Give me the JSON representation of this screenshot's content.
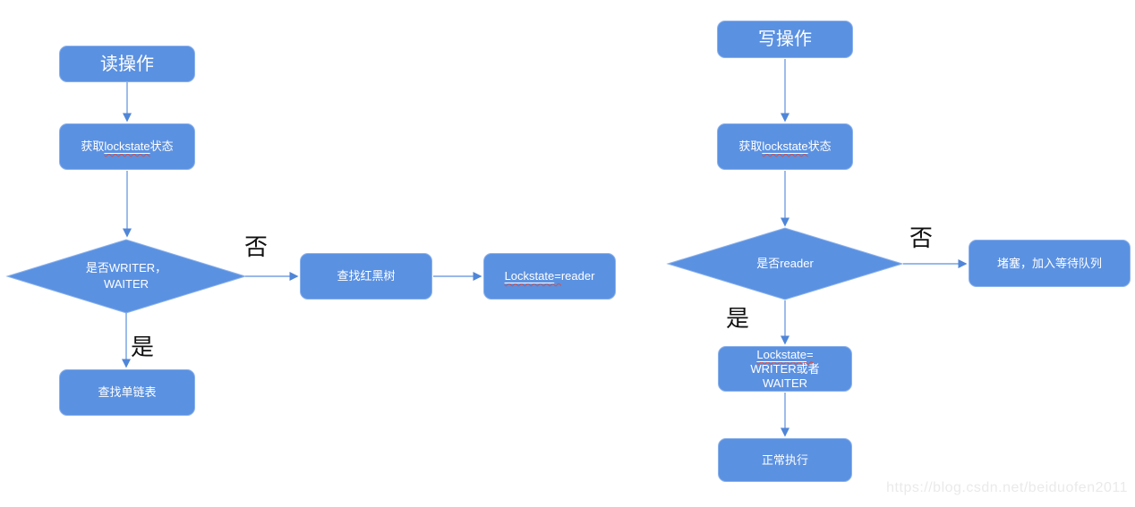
{
  "watermark": "https://blog.csdn.net/beiduofen2011",
  "colors": {
    "node_fill": "#5B91E1",
    "node_border": "#8AB1EC",
    "arrow": "#5B8FDD",
    "arrowhead": "#4F86D8",
    "spellcheck_underline": "#E04B3A",
    "edge_label_text": "#111111",
    "node_text": "#FFFFFF",
    "watermark_text": "#EAEAEA"
  },
  "left_flow": {
    "start_label": "读操作",
    "get_state": {
      "prefix": "获取",
      "word": "lockstate",
      "suffix": "状态"
    },
    "decision": {
      "line1": "是否WRITER，",
      "line2": "WAITER"
    },
    "no_label": "否",
    "yes_label": "是",
    "rbtree_label": "查找红黑树",
    "set_reader": {
      "word": "Lockstate",
      "eq": "=",
      "rest": "reader"
    },
    "linkedlist_label": "查找单链表"
  },
  "right_flow": {
    "start_label": "写操作",
    "get_state": {
      "prefix": "获取",
      "word": "lockstate",
      "suffix": "状态"
    },
    "decision_label": "是否reader",
    "no_label": "否",
    "yes_label": "是",
    "block_label": "堵塞，加入等待队列",
    "set_writer": {
      "word": "Lockstate",
      "eq": "=",
      "line2": "WRITER或者",
      "line3": "WAITER"
    },
    "execute_label": "正常执行"
  }
}
